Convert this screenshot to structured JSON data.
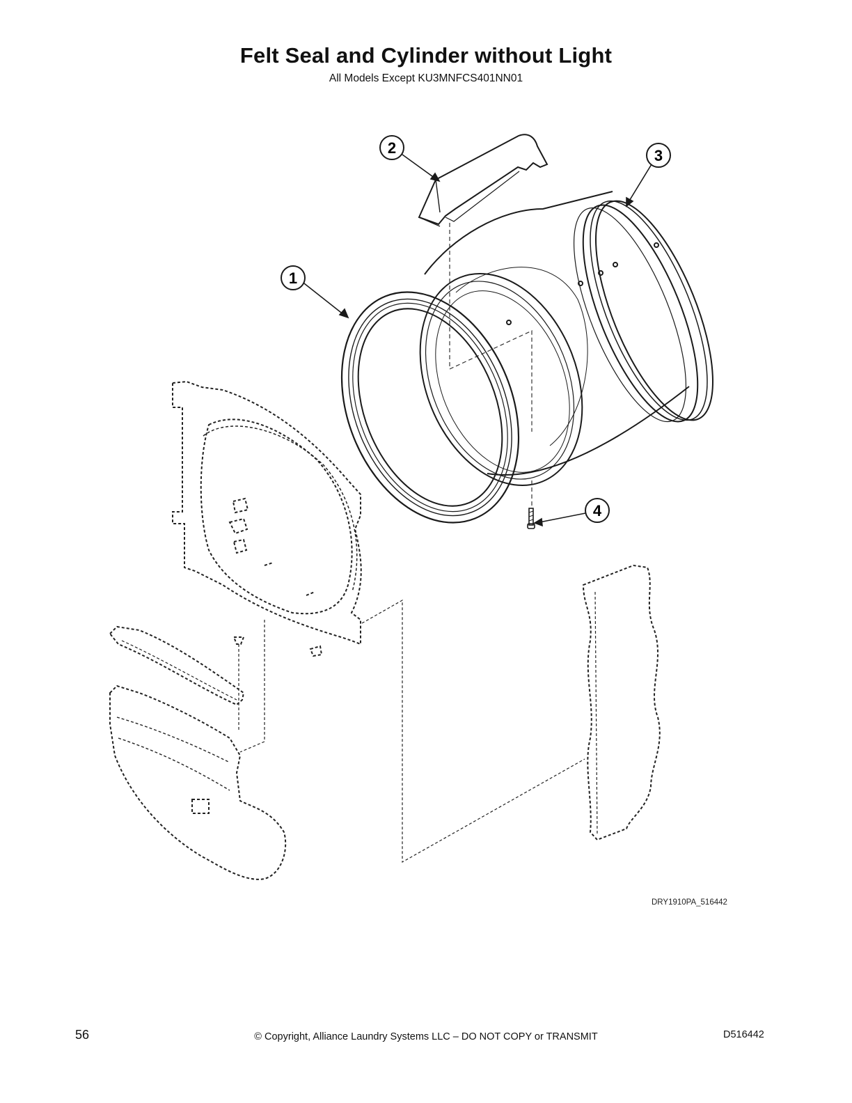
{
  "header": {
    "title": "Felt Seal and Cylinder without Light",
    "subtitle": "All Models Except KU3MNFCS401NN01"
  },
  "diagram": {
    "callouts": [
      {
        "number": "1",
        "part": "felt-seal"
      },
      {
        "number": "2",
        "part": "baffle"
      },
      {
        "number": "3",
        "part": "cylinder"
      },
      {
        "number": "4",
        "part": "screw"
      }
    ],
    "drawing_id": "DRY1910PA_516442"
  },
  "footer": {
    "page_number": "56",
    "copyright": "© Copyright, Alliance Laundry Systems LLC – DO NOT COPY or TRANSMIT",
    "document_id": "D516442"
  }
}
